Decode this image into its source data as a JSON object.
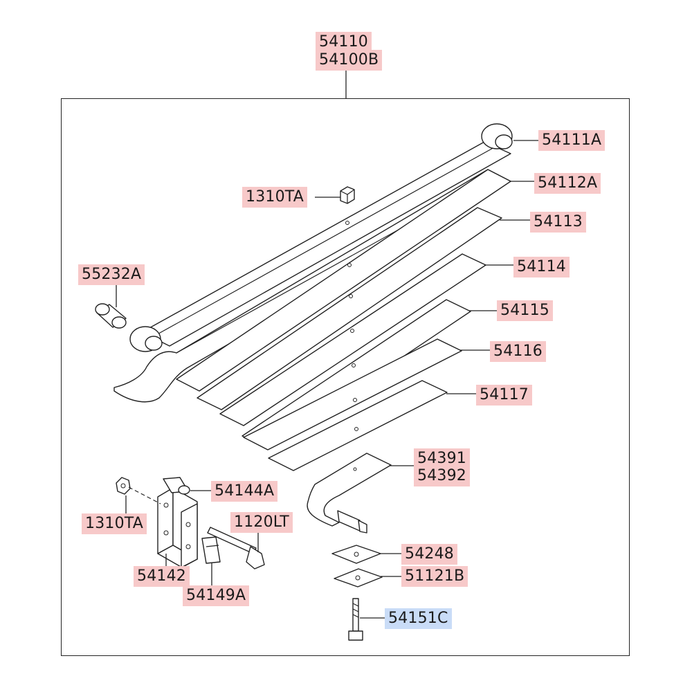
{
  "diagram": {
    "assembly_numbers": [
      "54110",
      "54100B"
    ],
    "labels": {
      "eye_bushing": "54111A",
      "leaf_2": "54112A",
      "leaf_3": "54113",
      "leaf_4": "54114",
      "leaf_5": "54115",
      "leaf_6": "54116",
      "leaf_7": "54117",
      "top_nut": "1310TA",
      "bushing": "55232A",
      "helper_pad_a": "54391",
      "helper_pad_b": "54392",
      "shackle_pin": "54144A",
      "shackle_nut": "1310TA",
      "shackle_bolt": "1120LT",
      "shackle": "54142",
      "shackle_clip": "54149A",
      "insulator": "54248",
      "plate": "51121B",
      "center_bolt": "54151C"
    },
    "colors": {
      "highlight_red": "#f7c9c9",
      "highlight_blue": "#c9dcf7",
      "line": "#222222"
    }
  }
}
